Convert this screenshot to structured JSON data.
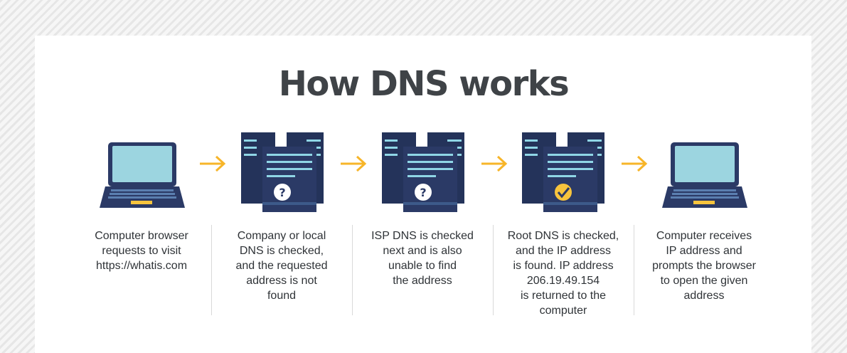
{
  "title": "How DNS works",
  "colors": {
    "server_body": "#2b3a66",
    "server_lines": "#8fd6e6",
    "screen": "#9cd5e0",
    "keyboard": "#5b7fb0",
    "arrow": "#f7b529",
    "check_badge": "#f7c43d",
    "title_text": "#3f4347"
  },
  "steps": [
    {
      "icon": "laptop-icon",
      "badge": "",
      "caption": "Computer browser\nrequests to visit\nhttps://whatis.com"
    },
    {
      "icon": "dns-server-icon",
      "badge": "question-mark-badge",
      "caption": "Company or local\nDNS is checked,\nand the requested\naddress is not\nfound"
    },
    {
      "icon": "dns-server-icon",
      "badge": "question-mark-badge",
      "caption": "ISP DNS is checked\nnext and is also\nunable to find\nthe address"
    },
    {
      "icon": "dns-server-icon",
      "badge": "checkmark-badge",
      "caption": "Root DNS is checked,\nand the IP address\nis found. IP address\n206.19.49.154\nis returned to the\ncomputer"
    },
    {
      "icon": "laptop-icon",
      "badge": "",
      "caption": "Computer receives\nIP address and\nprompts the browser\nto open the given\naddress"
    }
  ]
}
